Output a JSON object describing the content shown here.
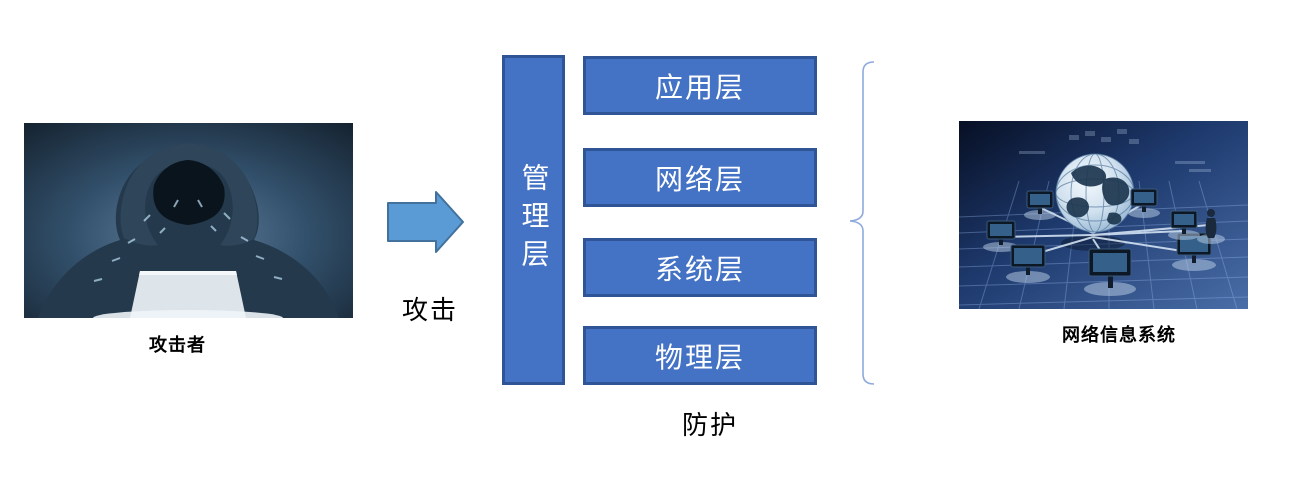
{
  "colors": {
    "background": "#ffffff",
    "layer_box_fill": "#4472c4",
    "layer_box_border": "#2f5597",
    "arrow_fill": "#5b9bd5",
    "arrow_border": "#41719c",
    "brace_stroke": "#8faadc",
    "box_text_color": "#ffffff",
    "label_color": "#000000"
  },
  "attacker": {
    "caption": "攻击者"
  },
  "attack": {
    "label": "攻击"
  },
  "management": {
    "label": "管理层"
  },
  "layers": [
    {
      "label": "应用层"
    },
    {
      "label": "网络层"
    },
    {
      "label": "系统层"
    },
    {
      "label": "物理层"
    }
  ],
  "protection": {
    "label": "防护"
  },
  "system": {
    "caption": "网络信息系统"
  }
}
